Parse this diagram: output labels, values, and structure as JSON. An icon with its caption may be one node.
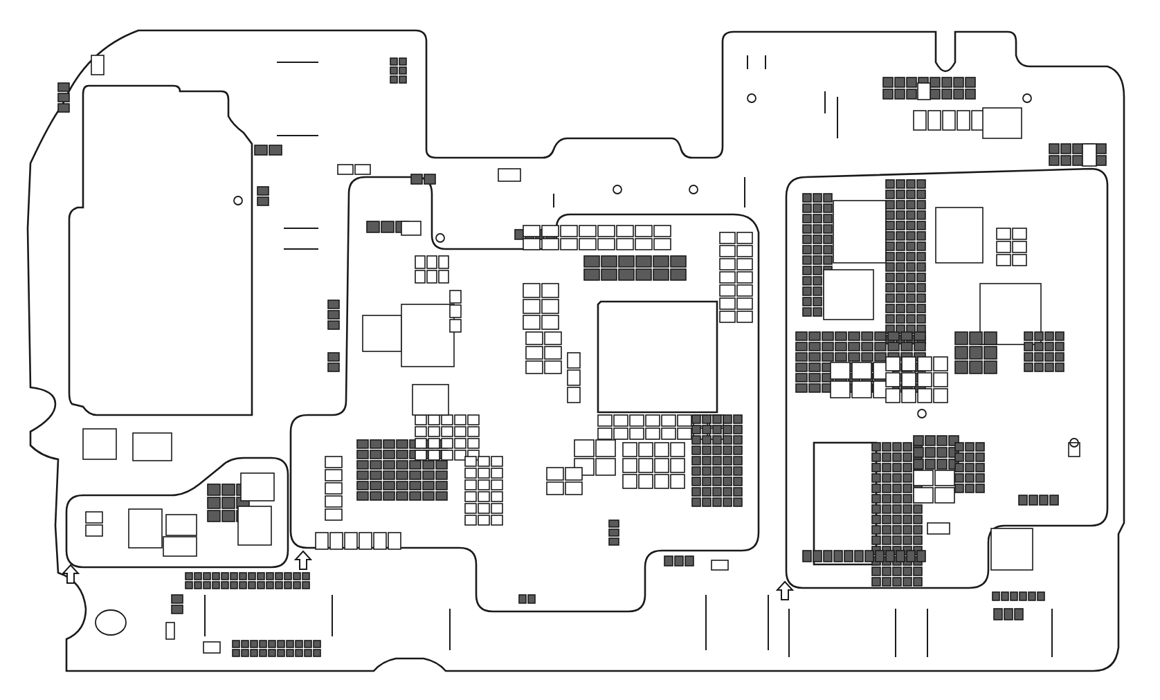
{
  "diagram": {
    "nodes": [
      {
        "text": [],
        "shape": "box"
      },
      {
        "text": [],
        "shape": "box",
        "in": 0
      },
      {
        "text": [],
        "shape": "box",
        "in": 0
      },
      {
        "text": [],
        "shape": "box",
        "in": 0
      },
      {
        "text": [],
        "shape": "box",
        "in": 0
      },
      {
        "text": [],
        "shape": "box",
        "in": 2
      },
      {
        "text": [],
        "shape": "box",
        "in": 3
      }
    ]
  }
}
